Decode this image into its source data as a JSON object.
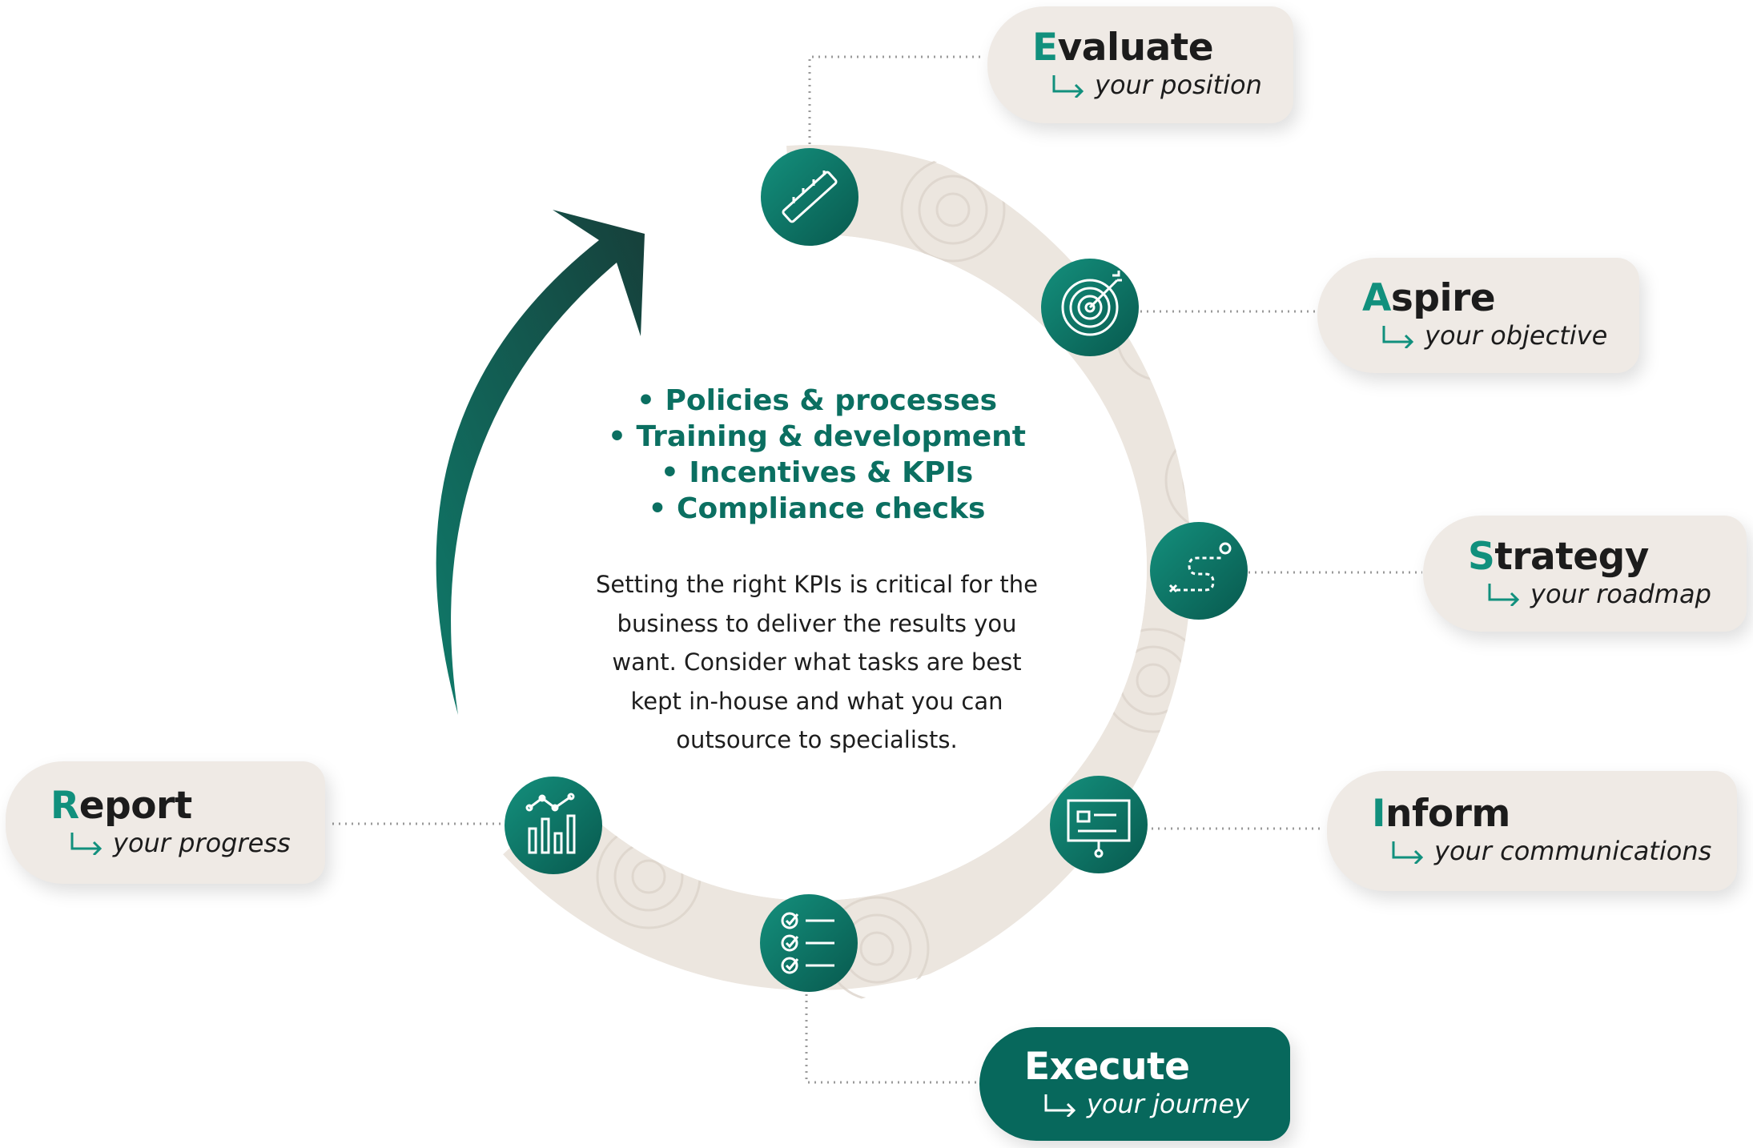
{
  "stages": [
    {
      "first_letter": "E",
      "rest": "valuate",
      "subtitle": "your position",
      "icon": "ruler-icon"
    },
    {
      "first_letter": "A",
      "rest": "spire",
      "subtitle": "your objective",
      "icon": "target-icon"
    },
    {
      "first_letter": "S",
      "rest": "trategy",
      "subtitle": "your roadmap",
      "icon": "route-icon"
    },
    {
      "first_letter": "I",
      "rest": "nform",
      "subtitle": "your communications",
      "icon": "presentation-icon"
    },
    {
      "first_letter": "E",
      "rest": "xecute",
      "subtitle": "your journey",
      "icon": "checklist-icon"
    },
    {
      "first_letter": "R",
      "rest": "eport",
      "subtitle": "your progress",
      "icon": "bar-chart-icon"
    }
  ],
  "center": {
    "bullets": [
      "• Policies & processes",
      "• Training & development",
      "• Incentives & KPIs",
      "• Compliance checks"
    ],
    "paragraph_lines": [
      "Setting the right KPIs is critical for the",
      "business to deliver the results you",
      "want. Consider what tasks are best",
      "kept in-house and what you can",
      "outsource to specialists."
    ]
  },
  "colors": {
    "teal": "#11907d",
    "dark_teal": "#07685c",
    "box_bg": "#efeae5",
    "ring": "#ece6df"
  }
}
